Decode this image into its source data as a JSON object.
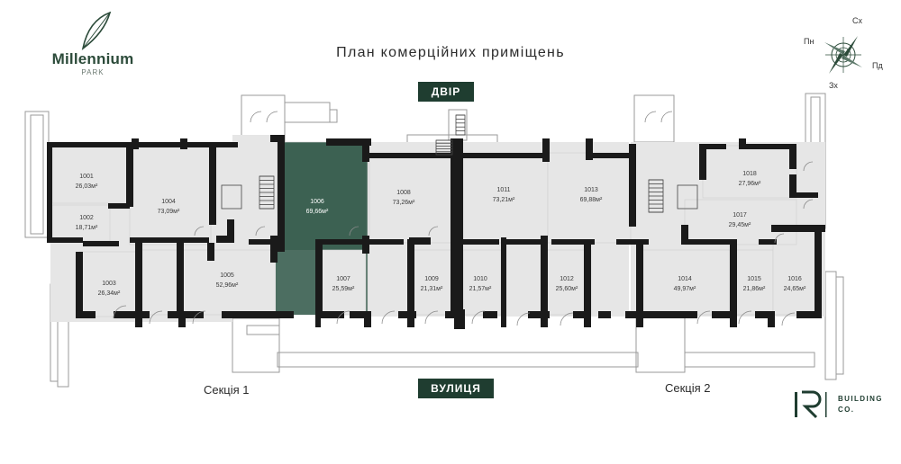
{
  "brand": {
    "logo_text": "Millennium",
    "logo_sub": "PARK"
  },
  "plan_title": "План комерційних приміщень",
  "labels": {
    "yard": "ДВІР",
    "street": "ВУЛИЦЯ",
    "section1": "Секція 1",
    "section2": "Секція 2"
  },
  "compass": {
    "n": "Сх",
    "w": "Пн",
    "e": "Пд",
    "s": "Зх"
  },
  "developer": {
    "line1": "BUILDING",
    "line2": "CO."
  },
  "colors": {
    "room_fill": "#e6e6e6",
    "wall": "#1a1a1a",
    "selected": "#3c6152",
    "selected_light": "#4c6e61",
    "accent_dark": "#1f3d30"
  },
  "selected_room": "1006",
  "rooms": [
    {
      "id": "1001",
      "area": "26,03м²"
    },
    {
      "id": "1002",
      "area": "18,71м²"
    },
    {
      "id": "1003",
      "area": "26,34м²"
    },
    {
      "id": "1004",
      "area": "73,09м²"
    },
    {
      "id": "1005",
      "area": "52,96м²"
    },
    {
      "id": "1006",
      "area": "69,66м²"
    },
    {
      "id": "1007",
      "area": "25,59м²"
    },
    {
      "id": "1008",
      "area": "73,26м²"
    },
    {
      "id": "1009",
      "area": "21,31м²"
    },
    {
      "id": "1010",
      "area": "21,57м²"
    },
    {
      "id": "1011",
      "area": "73,21м²"
    },
    {
      "id": "1012",
      "area": "25,60м²"
    },
    {
      "id": "1013",
      "area": "69,88м²"
    },
    {
      "id": "1014",
      "area": "49,97м²"
    },
    {
      "id": "1015",
      "area": "21,86м²"
    },
    {
      "id": "1016",
      "area": "24,65м²"
    },
    {
      "id": "1017",
      "area": "29,45м²"
    },
    {
      "id": "1018",
      "area": "27,96м²"
    }
  ]
}
